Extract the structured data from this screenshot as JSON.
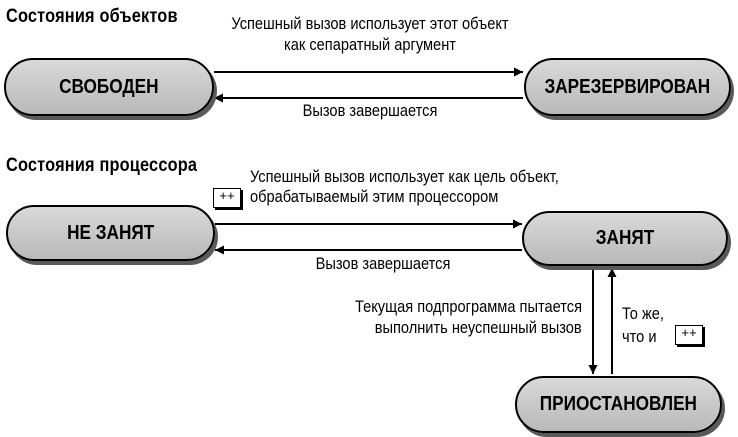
{
  "sections": {
    "objects_title": "Состояния объектов",
    "processor_title": "Состояния процессора"
  },
  "nodes": {
    "free": "СВОБОДЕН",
    "reserved": "ЗАРЕЗЕРВИРОВАН",
    "not_busy": "НЕ ЗАНЯТ",
    "busy": "ЗАНЯТ",
    "suspended": "ПРИОСТАНОВЛЕН"
  },
  "labels": {
    "obj_forward_line1": "Успешный вызов использует этот объект",
    "obj_forward_line2": "как сепаратный аргумент",
    "obj_back": "Вызов завершается",
    "proc_forward_line1": "Успешный вызов использует как цель объект,",
    "proc_forward_line2": "обрабатываемый этим процессором",
    "proc_back": "Вызов завершается",
    "suspend_line1": "Текущая подпрограмма пытается",
    "suspend_line2": "выполнить неуспешный вызов",
    "resume_line1": "То же,",
    "resume_line2": "что и"
  },
  "badge": "++"
}
